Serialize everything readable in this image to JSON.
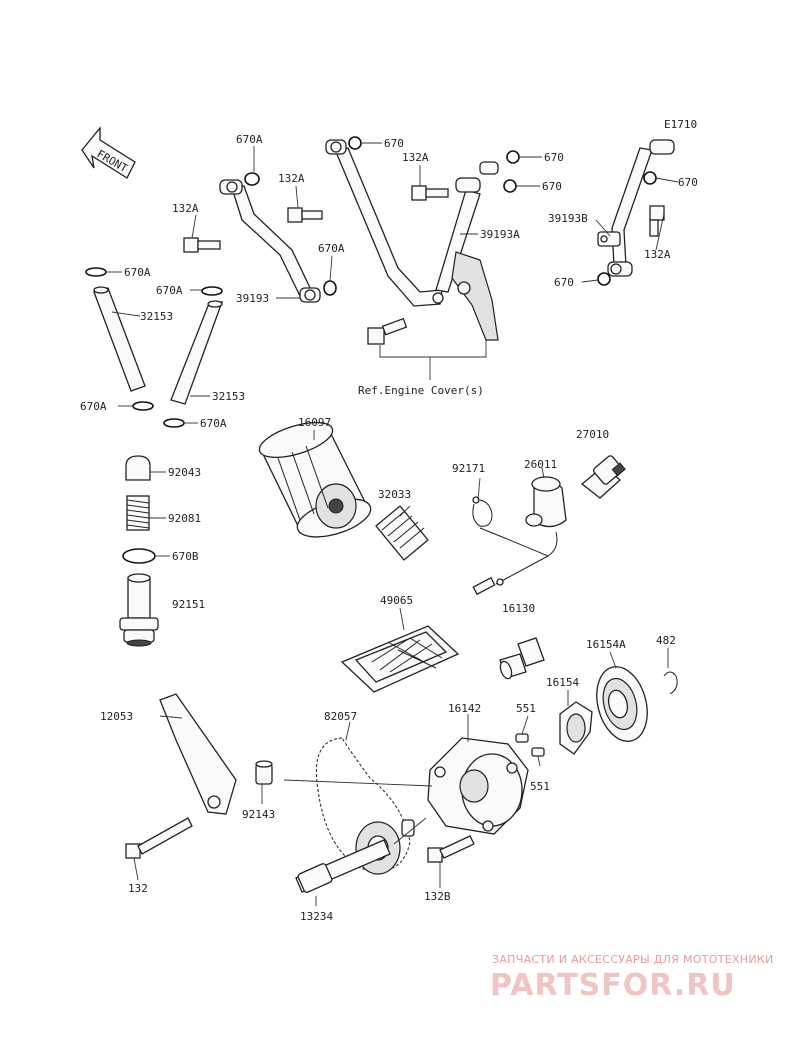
{
  "diagram_code": "E1710",
  "front_label": "FRONT",
  "ref_note": "Ref.Engine Cover(s)",
  "labels": {
    "l670A_top": "670A",
    "l132A_a": "132A",
    "l132A_b": "132A",
    "l670_a": "670",
    "l132A_c": "132A",
    "l670_b": "670",
    "l670_c": "670",
    "l670_d": "670",
    "l39193B": "39193B",
    "l132A_d": "132A",
    "l670_e": "670",
    "l670A_a": "670A",
    "l670A_b": "670A",
    "l670A_c": "670A",
    "l39193": "39193",
    "l39193A": "39193A",
    "l32153_a": "32153",
    "l32153_b": "32153",
    "l670A_d": "670A",
    "l670A_e": "670A",
    "l16097": "16097",
    "l27010": "27010",
    "l92171": "92171",
    "l26011": "26011",
    "l92043": "92043",
    "l32033": "32033",
    "l92081": "92081",
    "l670B": "670B",
    "l92151": "92151",
    "l16130": "16130",
    "l49065": "49065",
    "l16154A": "16154A",
    "l482": "482",
    "l16154": "16154",
    "l12053": "12053",
    "l82057": "82057",
    "l16142": "16142",
    "l551_a": "551",
    "l551_b": "551",
    "l92143": "92143",
    "l132": "132",
    "l132B": "132B",
    "l13234": "13234"
  },
  "watermark": {
    "sub": "ЗАПЧАСТИ И АКСЕССУАРЫ ДЛЯ МОТОТЕХНИКИ",
    "main": "PARTSFOR.RU"
  }
}
